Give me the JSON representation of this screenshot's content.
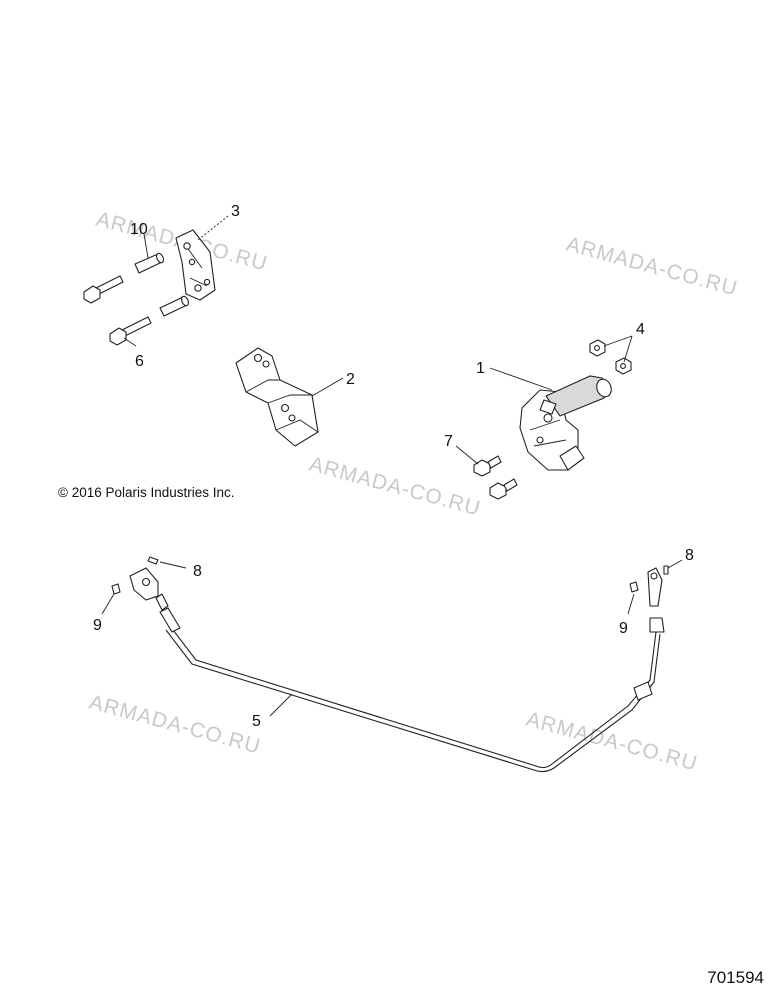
{
  "copyright": "© 2016  Polaris Industries Inc.",
  "drawing_number": "701594",
  "watermark_text": "ARMADA-CO.RU",
  "callouts": {
    "c1": "1",
    "c2": "2",
    "c3": "3",
    "c4": "4",
    "c5": "5",
    "c6": "6",
    "c7": "7",
    "c8_left": "8",
    "c8_right": "8",
    "c9_left": "9",
    "c9_right": "9",
    "c10": "10"
  }
}
